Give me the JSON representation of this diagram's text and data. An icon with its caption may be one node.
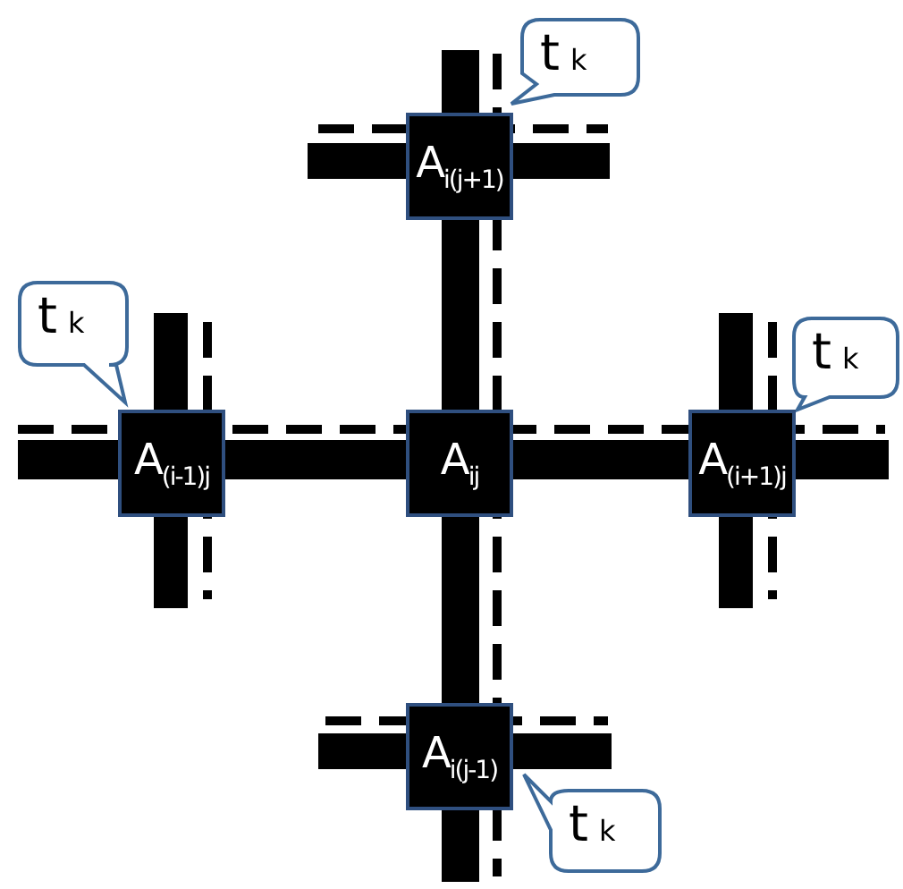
{
  "diagram": {
    "nodes": [
      {
        "text": [
          "A$_{i(j+1)}$"
        ]
      },
      {
        "text": [
          "t$_{k}$"
        ]
      },
      {
        "text": [
          "t$_{k}$"
        ]
      },
      {
        "text": [
          "A$_{(i-1)j}$"
        ]
      },
      {
        "text": [
          "A$_{ij}$"
        ]
      },
      {
        "text": [
          "t$_{k}$"
        ]
      },
      {
        "text": [
          "A$_{(i+1)j}$"
        ]
      },
      {
        "text": [
          "A$_{i(j-1)}$"
        ]
      },
      {
        "text": [
          "t$_{k}$"
        ]
      }
    ]
  }
}
